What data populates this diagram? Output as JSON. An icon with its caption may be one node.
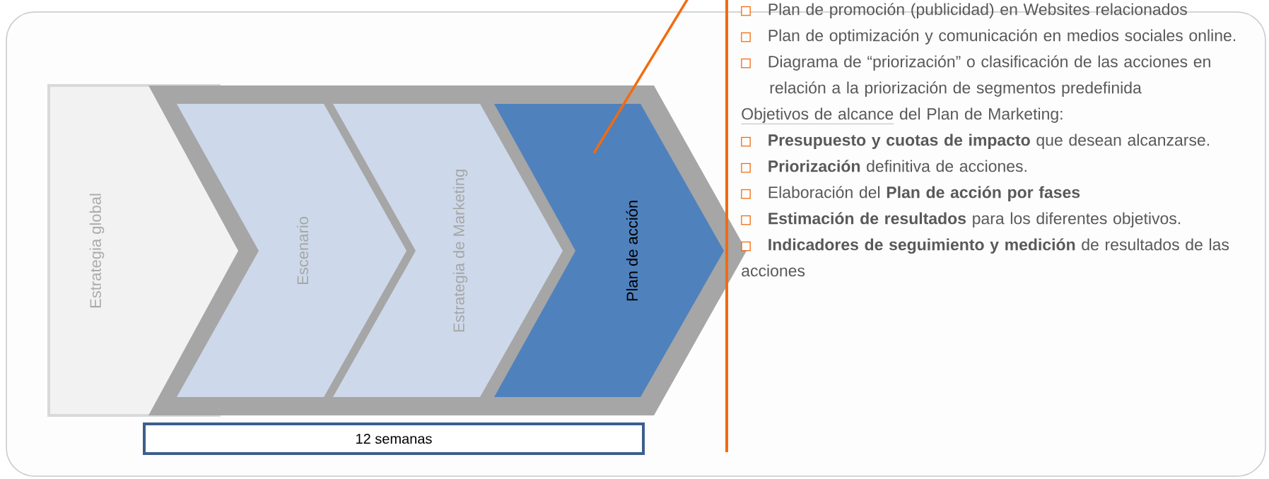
{
  "diagram": {
    "nodes": [
      {
        "text": [
          "Estrategia global"
        ]
      },
      {
        "text": [],
        "shape": "chevron"
      },
      {
        "text": [
          "Escenario"
        ],
        "in": 1
      },
      {
        "text": [
          "Estrategia de Marketing"
        ],
        "in": 1
      },
      {
        "text": [
          "Plan de acción"
        ],
        "in": 1
      },
      {
        "text": [
          "12 semanas"
        ]
      }
    ],
    "edges": [
      {
        "from": null,
        "to": 4,
        "arrow": "none",
        "color": "#f26b10"
      }
    ],
    "labels": [
      "Plan de promoción (publicidad) en Websites relacionados",
      "Plan de optimización y comunicación en medios sociales online.",
      "Diagrama de “priorización” o clasificación de las acciones en relación a la priorización de segmentos predefinida",
      "Objetivos de alcance",
      "del Plan de Marketing:",
      "**Presupuesto y cuotas de impacto** que desean alcanzarse.",
      "**Priorización** definitiva de acciones.",
      "Elaboración del **Plan de acción por fases**",
      "**Estimación de resultados** para los diferentes objetivos.",
      "**Indicadores de seguimiento y medición** de resultados de las acciones"
    ]
  }
}
